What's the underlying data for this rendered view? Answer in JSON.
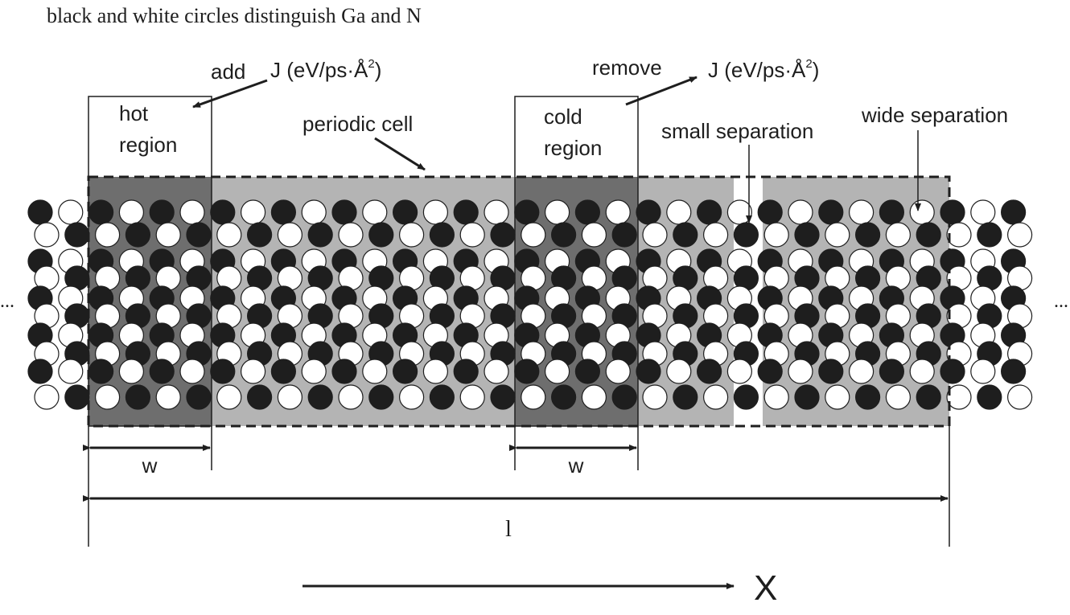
{
  "caption": "black and white circles distinguish Ga and N",
  "labels": {
    "add": "add",
    "flux_left": "J (eV/ps·Å",
    "flux_right": "J (eV/ps·Å",
    "flux_exponent": "2",
    "flux_close": ")",
    "remove": "remove",
    "hot_line1": "hot",
    "hot_line2": "region",
    "cold_line1": "cold",
    "cold_line2": "region",
    "periodic_cell": "periodic cell",
    "small_separation": "small separation",
    "wide_separation": "wide separation",
    "ellipsis": "...",
    "w_hot": "w",
    "w_cold": "w",
    "length": "l",
    "axis": "X"
  },
  "colors": {
    "hot_region": "#6e6e6e",
    "cold_region": "#6e6e6e",
    "cell": "#b4b4b4",
    "atom_ga": "#1e1e1e",
    "atom_n": "#ffffff",
    "line": "#1e1e1e"
  }
}
